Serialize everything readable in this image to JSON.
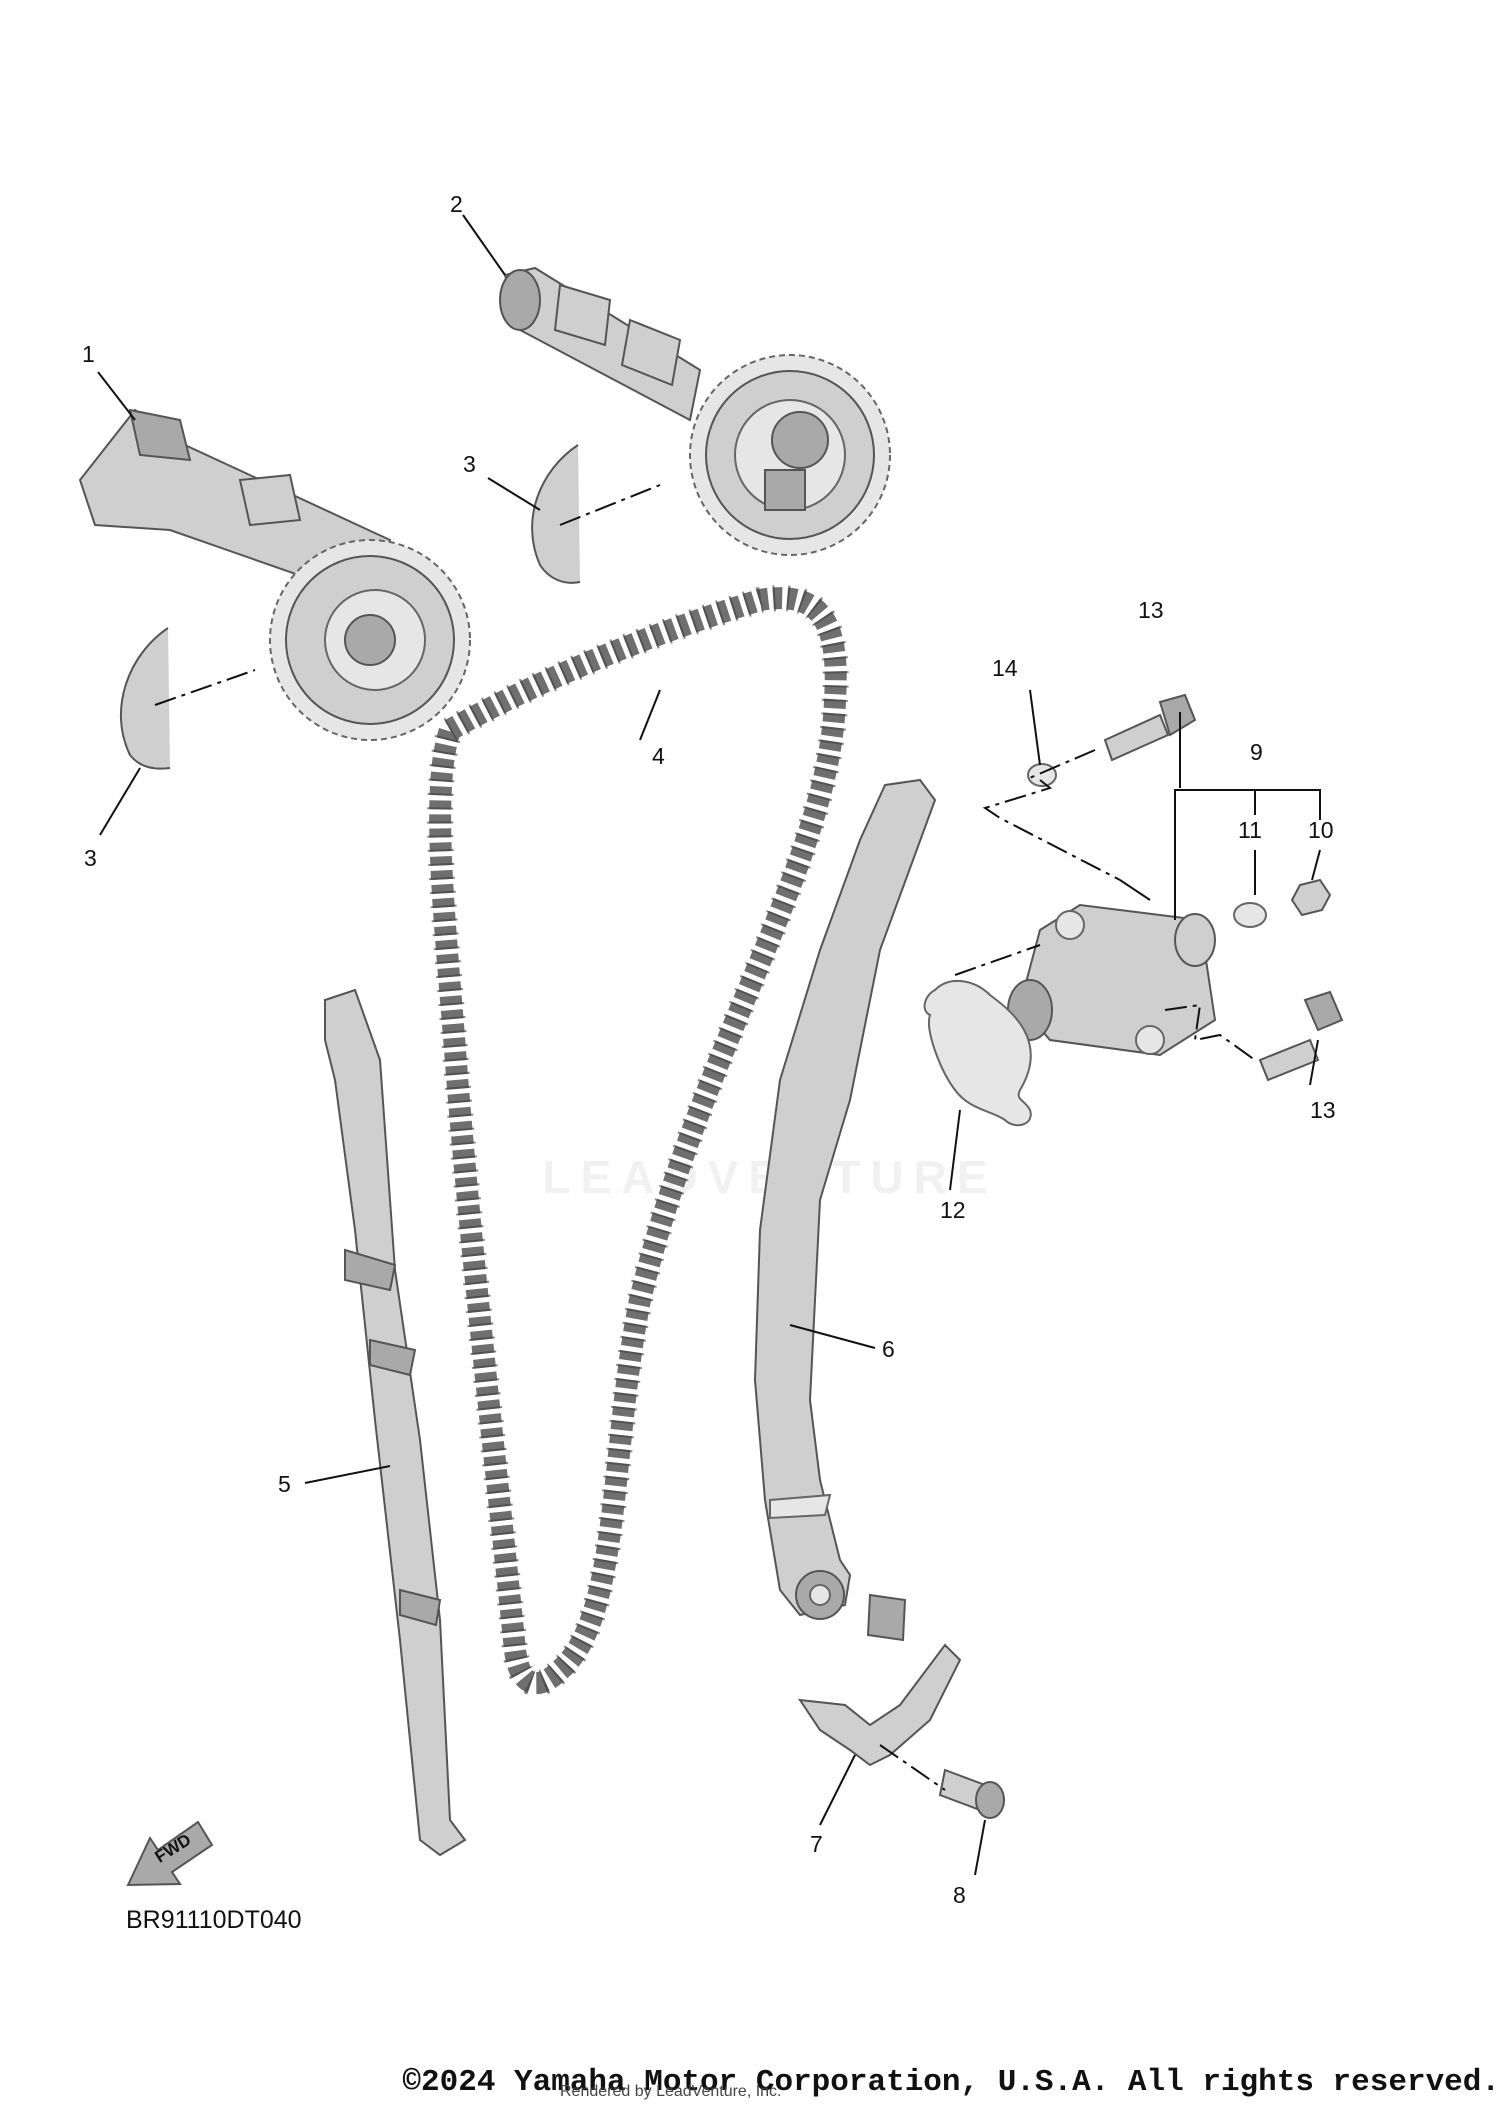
{
  "callouts": {
    "c1": "1",
    "c2": "2",
    "c3a": "3",
    "c3b": "3",
    "c4": "4",
    "c5": "5",
    "c6": "6",
    "c7": "7",
    "c8": "8",
    "c9": "9",
    "c10": "10",
    "c11": "11",
    "c12": "12",
    "c13a": "13",
    "c13b": "13",
    "c14": "14"
  },
  "fwd_label": "FWD",
  "watermark": "LEADVENTURE",
  "diagram_code": "BR91110DT040",
  "footer": {
    "copyright": "©2024 Yamaha Motor Corporation, U.S.A. All rights reserved.",
    "rendered_by": "Rendered by LeadVenture, Inc."
  }
}
